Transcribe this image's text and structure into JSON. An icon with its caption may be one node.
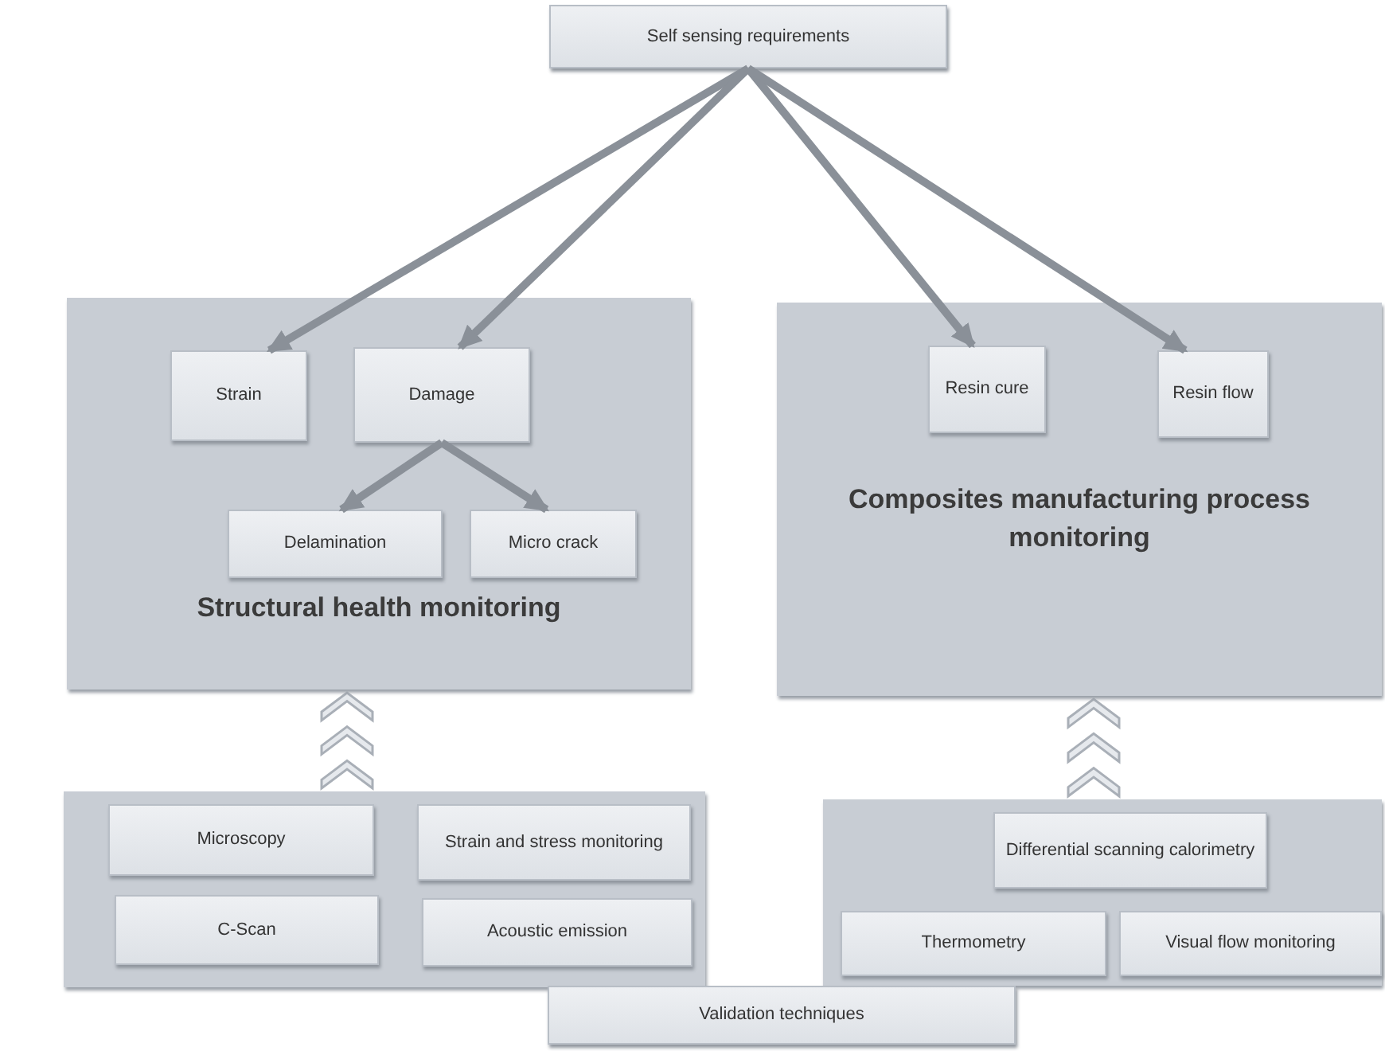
{
  "diagram": {
    "nodes": [
      {
        "text": [
          "Self sensing requirements"
        ]
      },
      {
        "text": [
          "Structural health monitoring"
        ]
      },
      {
        "text": [
          "Strain"
        ],
        "in": 1
      },
      {
        "text": [
          "Damage"
        ],
        "in": 1
      },
      {
        "text": [
          "Delamination"
        ],
        "in": 1
      },
      {
        "text": [
          "Micro crack"
        ],
        "in": 1
      },
      {
        "text": [
          "Composites manufacturing process monitoring"
        ]
      },
      {
        "text": [
          "Resin cure"
        ],
        "in": 6
      },
      {
        "text": [
          "Resin flow"
        ],
        "in": 6
      },
      {
        "text": [],
        "shape": "box"
      },
      {
        "text": [
          "Microscopy"
        ],
        "in": 9
      },
      {
        "text": [
          "Strain and stress monitoring"
        ],
        "in": 9
      },
      {
        "text": [
          "C-Scan"
        ],
        "in": 9
      },
      {
        "text": [
          "Acoustic emission"
        ],
        "in": 9
      },
      {
        "text": [],
        "shape": "box"
      },
      {
        "text": [
          "Differential scanning calorimetry"
        ],
        "in": 14
      },
      {
        "text": [
          "Thermometry"
        ],
        "in": 14
      },
      {
        "text": [
          "Visual flow monitoring"
        ],
        "in": 14
      },
      {
        "text": [
          "Validation techniques"
        ]
      }
    ],
    "edges": [
      {
        "from": 0,
        "to": 2,
        "arrow": "to"
      },
      {
        "from": 0,
        "to": 3,
        "arrow": "to"
      },
      {
        "from": 0,
        "to": 7,
        "arrow": "to"
      },
      {
        "from": 0,
        "to": 8,
        "arrow": "to"
      },
      {
        "from": 3,
        "to": 4,
        "arrow": "to"
      },
      {
        "from": 3,
        "to": 5,
        "arrow": "to"
      },
      {
        "from": 9,
        "to": 1,
        "arrow": "to"
      },
      {
        "from": 14,
        "to": 6,
        "arrow": "to"
      }
    ]
  }
}
